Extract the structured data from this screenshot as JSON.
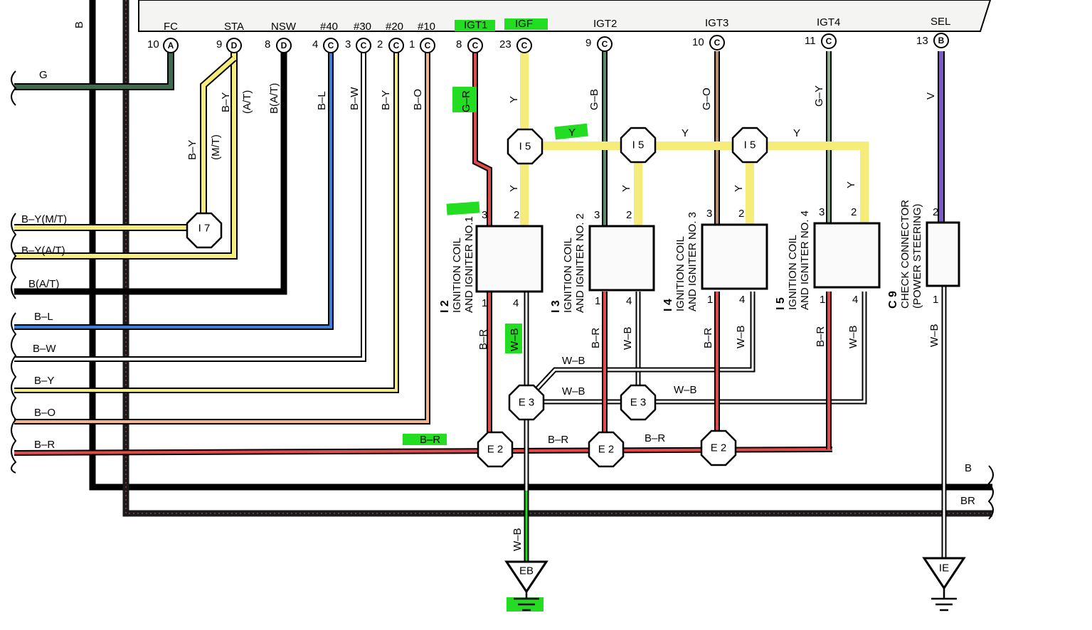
{
  "ecu_terminals": [
    {
      "name": "FC",
      "pin": "10",
      "conn": "A"
    },
    {
      "name": "STA",
      "pin": "9",
      "conn": "D"
    },
    {
      "name": "NSW",
      "pin": "8",
      "conn": "D"
    },
    {
      "name": "#40",
      "pin": "4",
      "conn": "C"
    },
    {
      "name": "#30",
      "pin": "3",
      "conn": "C"
    },
    {
      "name": "#20",
      "pin": "2",
      "conn": "C"
    },
    {
      "name": "#10",
      "pin": "1",
      "conn": "C"
    },
    {
      "name": "IGT1",
      "pin": "8",
      "conn": "C"
    },
    {
      "name": "IGF",
      "pin": "23",
      "conn": "C"
    },
    {
      "name": "IGT2",
      "pin": "9",
      "conn": "C"
    },
    {
      "name": "IGT3",
      "pin": "10",
      "conn": "C"
    },
    {
      "name": "IGT4",
      "pin": "11",
      "conn": "C"
    },
    {
      "name": "SEL",
      "pin": "13",
      "conn": "B"
    }
  ],
  "left_wires": [
    "G",
    "B–Y(M/T)",
    "B–Y(A/T)",
    "B(A/T)",
    "B–L",
    "B–W",
    "B–Y",
    "B–O",
    "B–R"
  ],
  "wire_labels": {
    "b_top": "B",
    "sta_by": "B–Y",
    "sta_at": "(A/T)",
    "sta_by2": "B–Y",
    "sta_mt": "(M/T)",
    "nsw": "B(A/T)",
    "n40": "B–L",
    "n30": "B–W",
    "n20": "B–Y",
    "n10": "B–O",
    "igt1": "G–R",
    "igf_y": "Y",
    "igt2": "G–B",
    "igt3": "G–O",
    "igt4": "G–Y",
    "sel_v": "V",
    "y_h1": "Y",
    "y_h2": "Y",
    "y_h3": "Y",
    "y_v1": "Y",
    "y_v2": "Y",
    "y_v3": "Y",
    "y_v4": "Y",
    "br1": "B–R",
    "wb1": "W–B",
    "br2": "B–R",
    "wb2": "W–B",
    "br3": "B–R",
    "wb3": "W–B",
    "br4": "B–R",
    "wb4": "W–B",
    "c9wb": "W–B",
    "wb_h1": "W–B",
    "wb_h2": "W–B",
    "wb_h3": "W–B",
    "br_h1": "B–R",
    "br_h2": "B–R",
    "br_h3": "B–R",
    "eb_wb": "W–B",
    "b_right": "B",
    "br_right": "BR"
  },
  "junctions": {
    "j17": "I 7",
    "j15": "I 5",
    "e3": "E 3",
    "e2": "E 2"
  },
  "components": [
    {
      "id": "I 2",
      "name": "IGNITION COIL",
      "name2": "AND IGNITER NO.1"
    },
    {
      "id": "I 3",
      "name": "IGNITION COIL",
      "name2": "AND IGNITER NO. 2"
    },
    {
      "id": "I 4",
      "name": "IGNITION COIL",
      "name2": "AND IGNITER NO. 3"
    },
    {
      "id": "I 5",
      "name": "IGNITION COIL",
      "name2": "AND IGNITER NO. 4"
    },
    {
      "id": "C 9",
      "name": "CHECK CONNECTOR",
      "name2": "(POWER STEERING)"
    }
  ],
  "pins": {
    "p3": "3",
    "p2": "2",
    "p1": "1",
    "p4": "4",
    "c9p2": "2",
    "c9p1": "1"
  },
  "grounds": {
    "eb": "EB",
    "ie": "IE"
  },
  "colors": {
    "yellow": "#f6ec7a",
    "red": "#e24a4a",
    "blue": "#3b7fd8",
    "violet": "#7a5cc0",
    "highlight": "#22dd22",
    "green_wire": "#3f6a4f"
  }
}
